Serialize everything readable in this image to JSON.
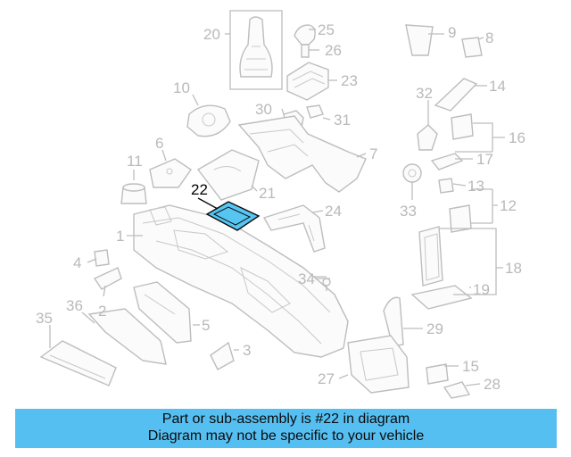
{
  "diagram": {
    "highlight_color": "#56c5f2",
    "highlighted_part": "22",
    "callouts": [
      "1",
      "2",
      "3",
      "4",
      "5",
      "6",
      "7",
      "8",
      "9",
      "10",
      "11",
      "12",
      "13",
      "14",
      "15",
      "16",
      "17",
      "18",
      "19",
      "20",
      "21",
      "22",
      "23",
      "24",
      "25",
      "26",
      "27",
      "28",
      "29",
      "30",
      "31",
      "32",
      "33",
      "34",
      "35",
      "36"
    ]
  },
  "banner": {
    "background": "#56bff2",
    "line1": "Part or sub-assembly is #22 in diagram",
    "line2": "Diagram may not be specific to your vehicle"
  }
}
